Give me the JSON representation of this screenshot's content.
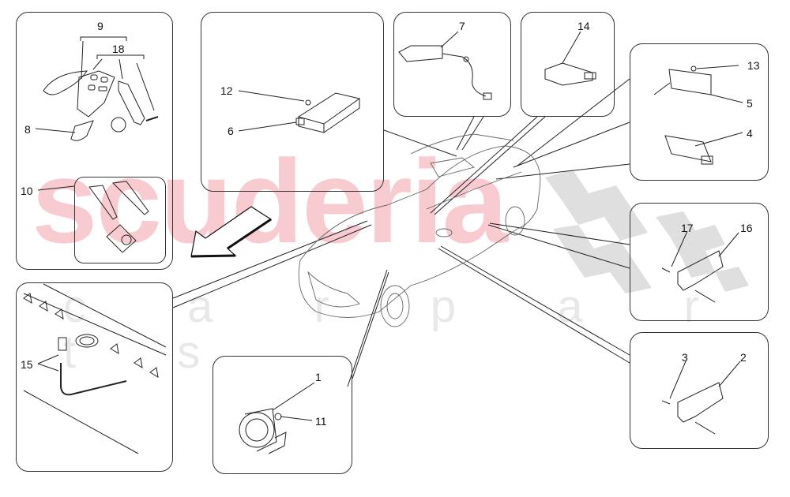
{
  "diagram": {
    "watermark": {
      "brand": "scuderia",
      "subtitle": "c a r  p a r t s",
      "brand_color": "#f4b8be",
      "subtitle_color": "#e4e4e4",
      "flag_color": "#d8d8d8"
    },
    "colors": {
      "line": "#222222",
      "panel_border": "#333333",
      "background": "#ffffff"
    },
    "panels": [
      {
        "id": "keys",
        "label": "key-fob-panel",
        "callouts": [
          "9",
          "18",
          "8",
          "10"
        ]
      },
      {
        "id": "module",
        "label": "control-module-panel",
        "callouts": [
          "12",
          "6"
        ]
      },
      {
        "id": "antenna",
        "label": "antenna-panel",
        "callouts": [
          "7"
        ]
      },
      {
        "id": "sensor14",
        "label": "sensor-14-panel",
        "callouts": [
          "14"
        ]
      },
      {
        "id": "sensors-rear",
        "label": "rear-sensors-panel",
        "callouts": [
          "13",
          "5",
          "4"
        ]
      },
      {
        "id": "bracket16",
        "label": "bracket-16-panel",
        "callouts": [
          "17",
          "16"
        ]
      },
      {
        "id": "bracket2",
        "label": "bracket-2-panel",
        "callouts": [
          "3",
          "2"
        ]
      },
      {
        "id": "siren",
        "label": "siren-panel",
        "callouts": [
          "1",
          "11"
        ]
      },
      {
        "id": "hood",
        "label": "hood-switch-panel",
        "callouts": [
          "15"
        ]
      }
    ],
    "callouts": {
      "c1": "1",
      "c2": "2",
      "c3": "3",
      "c4": "4",
      "c5": "5",
      "c6": "6",
      "c7": "7",
      "c8": "8",
      "c9": "9",
      "c10": "10",
      "c11": "11",
      "c12": "12",
      "c13": "13",
      "c14": "14",
      "c15": "15",
      "c16": "16",
      "c17": "17",
      "c18": "18"
    },
    "center_subject": "vehicle-outline-suv",
    "direction_arrow": "front-direction-arrow"
  }
}
